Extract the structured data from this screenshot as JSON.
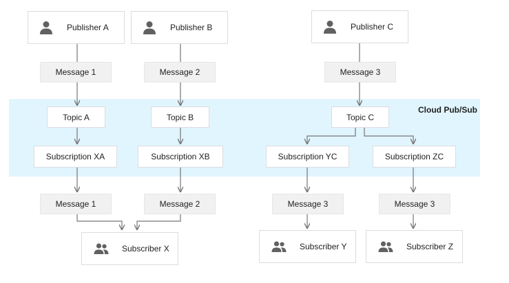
{
  "region": {
    "label": "Cloud Pub/Sub",
    "color": "#e1f5fe"
  },
  "publishers": [
    "Publisher A",
    "Publisher B",
    "Publisher C"
  ],
  "published_messages": [
    "Message 1",
    "Message 2",
    "Message 3"
  ],
  "topics": [
    "Topic A",
    "Topic B",
    "Topic C"
  ],
  "subscriptions": [
    "Subscription XA",
    "Subscription XB",
    "Subscription YC",
    "Subscription ZC"
  ],
  "delivered_messages": [
    "Message 1",
    "Message 2",
    "Message 3",
    "Message 3"
  ],
  "subscribers": [
    "Subscriber X",
    "Subscriber Y",
    "Subscriber Z"
  ],
  "icons": {
    "publisher": "person-icon",
    "subscriber": "group-icon"
  },
  "colors": {
    "line": "#757575",
    "icon": "#616161",
    "box_border": "#dadce0",
    "message_fill": "#f1f1f1"
  }
}
